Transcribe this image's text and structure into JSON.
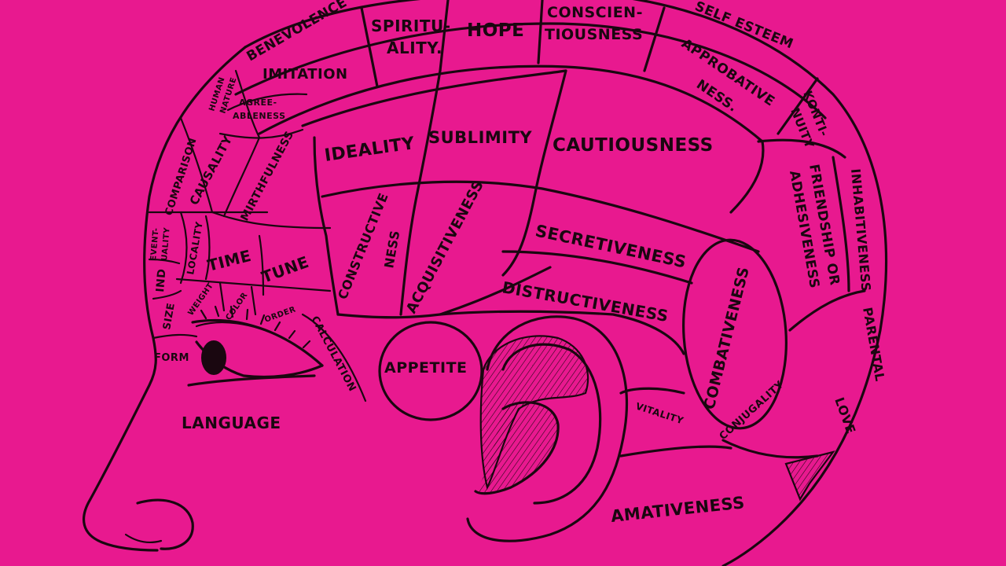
{
  "diagram": {
    "colors": {
      "background": "#e8198f",
      "ink": "#1a0710"
    },
    "regions": [
      {
        "id": "benevolence",
        "label": "BENEVOLENCE"
      },
      {
        "id": "spirituality-1",
        "label": "SPIRITU-"
      },
      {
        "id": "spirituality-2",
        "label": "ALITY."
      },
      {
        "id": "hope",
        "label": "HOPE"
      },
      {
        "id": "conscientiousness-1",
        "label": "CONSCIEN-"
      },
      {
        "id": "conscientiousness-2",
        "label": "TIOUSNESS"
      },
      {
        "id": "self-esteem",
        "label": "SELF ESTEEM"
      },
      {
        "id": "approbativeness-1",
        "label": "APPROBATIVE"
      },
      {
        "id": "approbativeness-2",
        "label": "NESS."
      },
      {
        "id": "continuity-1",
        "label": "KONTI-"
      },
      {
        "id": "continuity-2",
        "label": "NUITY"
      },
      {
        "id": "human-nature-1",
        "label": "HUMAN"
      },
      {
        "id": "human-nature-2",
        "label": "NATURE"
      },
      {
        "id": "imitation",
        "label": "IMITATION"
      },
      {
        "id": "agreeableness-1",
        "label": "AGREE-"
      },
      {
        "id": "agreeableness-2",
        "label": "ABLENESS"
      },
      {
        "id": "comparison",
        "label": "COMPARISON"
      },
      {
        "id": "causality",
        "label": "CAUSALITY"
      },
      {
        "id": "mirthfulness",
        "label": "MIRTHFULNESS"
      },
      {
        "id": "ideality",
        "label": "IDEALITY"
      },
      {
        "id": "sublimity",
        "label": "SUBLIMITY"
      },
      {
        "id": "cautiousness",
        "label": "CAUTIOUSNESS"
      },
      {
        "id": "inhabitiveness",
        "label": "INHABITIVENESS"
      },
      {
        "id": "friendship-1",
        "label": "FRIENDSHIP OR"
      },
      {
        "id": "friendship-2",
        "label": "ADHESIVENESS"
      },
      {
        "id": "eventuality-1",
        "label": "EVENT-"
      },
      {
        "id": "eventuality-2",
        "label": "UALITY"
      },
      {
        "id": "locality",
        "label": "LOCALITY"
      },
      {
        "id": "time",
        "label": "TIME"
      },
      {
        "id": "tune",
        "label": "TUNE"
      },
      {
        "id": "constructiveness-1",
        "label": "CONSTRUCTIVE"
      },
      {
        "id": "constructiveness-2",
        "label": "NESS"
      },
      {
        "id": "acquisitiveness",
        "label": "ACQUISITIVENESS"
      },
      {
        "id": "secretiveness",
        "label": "SECRETIVENESS"
      },
      {
        "id": "destructiveness",
        "label": "DISTRUCTIVENESS"
      },
      {
        "id": "combativeness",
        "label": "COMBATIVENESS"
      },
      {
        "id": "parental-love-1",
        "label": "PARENTAL"
      },
      {
        "id": "parental-love-2",
        "label": "LOVE"
      },
      {
        "id": "individuality",
        "label": "IND"
      },
      {
        "id": "size",
        "label": "SIZE"
      },
      {
        "id": "weight",
        "label": "WEIGHT"
      },
      {
        "id": "color",
        "label": "COLOR"
      },
      {
        "id": "order",
        "label": "ORDER"
      },
      {
        "id": "calculation",
        "label": "CALCULATION"
      },
      {
        "id": "form",
        "label": "FORM"
      },
      {
        "id": "language",
        "label": "LANGUAGE"
      },
      {
        "id": "appetite",
        "label": "APPETITE"
      },
      {
        "id": "vitality",
        "label": "VITALITY"
      },
      {
        "id": "conjugality",
        "label": "CONJUGALITY"
      },
      {
        "id": "amativeness",
        "label": "AMATIVENESS"
      }
    ]
  }
}
